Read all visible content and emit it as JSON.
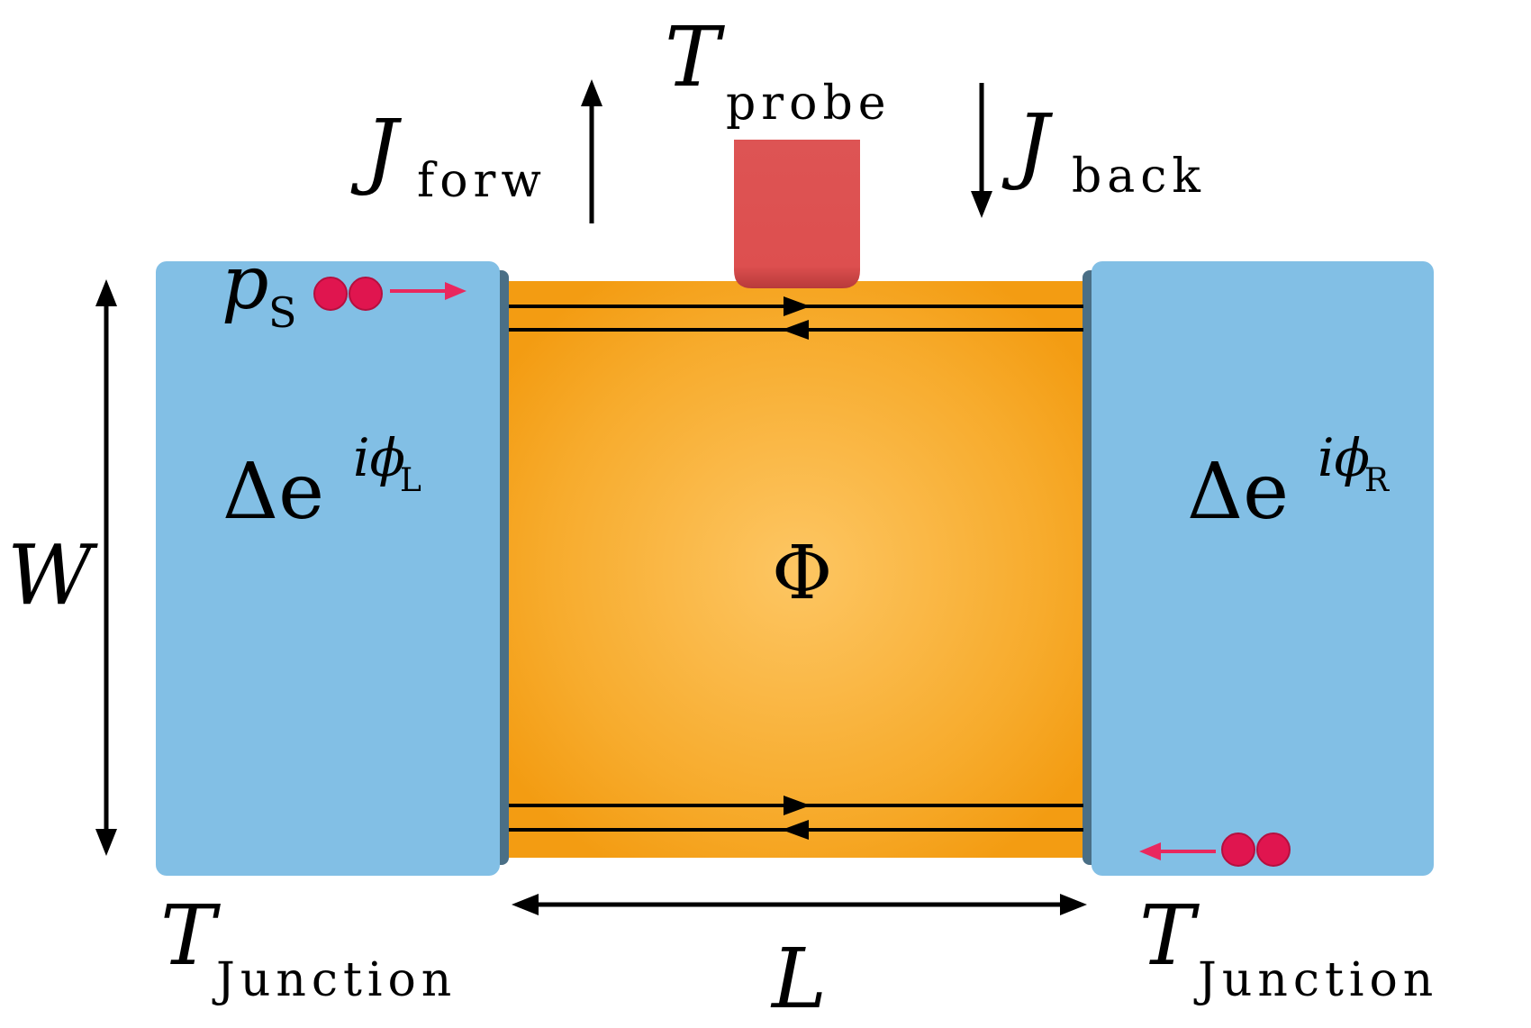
{
  "labels": {
    "t_probe_main": "T",
    "t_probe_sub": "probe",
    "j_forw_main": "J",
    "j_forw_sub": "forw",
    "j_back_main": "J",
    "j_back_sub": "back",
    "ps_main": "p",
    "ps_sub": "S",
    "left_pair_main": "Δe",
    "left_pair_exp": "iϕ",
    "left_pair_exp_sub": "L",
    "right_pair_main": "Δe",
    "right_pair_exp": "iϕ",
    "right_pair_exp_sub": "R",
    "flux": "Φ",
    "width": "W",
    "length": "L",
    "t_junction_left_main": "T",
    "t_junction_left_sub": "Junction",
    "t_junction_right_main": "T",
    "t_junction_right_sub": "Junction"
  },
  "colors": {
    "superconductor": "#82bfe5",
    "superconductor_edge": "#4a6f86",
    "normal_region_center": "#fdc663",
    "normal_region_edge": "#f39c12",
    "probe": "#dd4f4f",
    "cooper_pair": "#e0154f",
    "arrow_pink": "#e9285e",
    "line": "#000000"
  }
}
